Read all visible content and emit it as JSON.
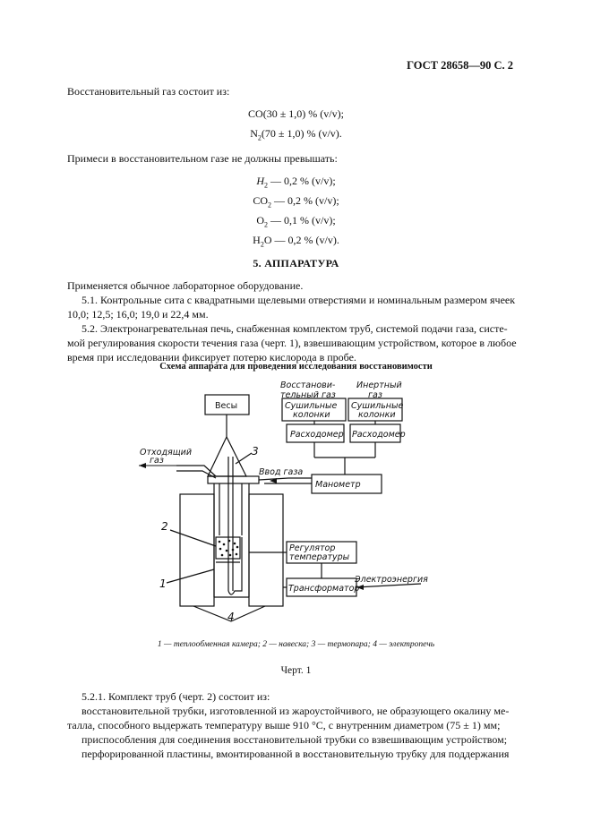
{
  "header": {
    "title": "ГОСТ 28658—90 С. 2"
  },
  "intro": {
    "gas_text": "Восстановительный газ состоит из:"
  },
  "composition": {
    "co": "CO(30 ± 1,0) % (v/v);",
    "n2_a": "N",
    "n2_sub": "2",
    "n2_b": "(70 ± 1,0) % (v/v)."
  },
  "impurities": {
    "text": "Примеси в восстановительном газе не должны превышать:",
    "h2_a": "H",
    "h2_sub": "2",
    "h2_b": " — 0,2 % (v/v);",
    "co2_a": "CO",
    "co2_sub": "2",
    "co2_b": " — 0,2 % (v/v);",
    "o2_a": "O",
    "o2_sub": "2",
    "o2_b": " — 0,1 % (v/v);",
    "h2o_a": "H",
    "h2o_sub": "2",
    "h2o_b": "O — 0,2 % (v/v)."
  },
  "section5": {
    "title": "5. АППАРАТУРА",
    "p0": "Применяется обычное лабораторное оборудование.",
    "p1_l1": "5.1.  Контрольные сита с квадратными щелевыми отверстиями и номинальным размером ячеек",
    "p1_l2": "10,0; 12,5; 16,0; 19,0 и 22,4 мм.",
    "p2_l1": "5.2.  Электронагревательная печь, снабженная комплектом труб, системой подачи газа, систе-",
    "p2_l2": "мой регулирования скорости течения газа (черт. 1), взвешивающим устройством, которое в любое",
    "p2_l3": "время при исследовании фиксирует потерю кислорода в пробе."
  },
  "figure": {
    "title": "Схема аппарата для проведения исследования восстановимости",
    "labels": {
      "reducing_gas_1": "Восстанови-",
      "reducing_gas_2": "тельный газ",
      "inert_gas_1": "Инертный",
      "inert_gas_2": "газ",
      "scales": "Весы",
      "dry_col_1a": "Сушильные",
      "dry_col_1b": "колонки",
      "dry_col_2a": "Сушильные",
      "dry_col_2b": "колонки",
      "flowmeter_1": "Расходомер",
      "flowmeter_2": "Расходомер",
      "exhaust_1": "Отходящий",
      "exhaust_2": "газ",
      "gas_inlet": "Ввод газа",
      "manometer": "Манометр",
      "regulator_1": "Регулятор",
      "regulator_2": "температуры",
      "transformer": "Трансформатор",
      "electricity": "Электроэнергия",
      "n1": "1",
      "n2": "2",
      "n3": "3",
      "n4": "4"
    },
    "legend": "1 — теплообменная камера; 2 — навеска; 3 — термопара; 4 — электропечь",
    "chart_no": "Черт. 1"
  },
  "section521": {
    "l1": "5.2.1.  Комплект труб (черт. 2) состоит из:",
    "l2": "восстановительной трубки, изготовленной из жароустойчивого, не образующего окалину ме-",
    "l3": "талла, способного выдержать температуру выше 910 °С, с внутренним диаметром (75 ± 1) мм;",
    "l4": "приспособления для соединения восстановительной трубки со взвешивающим устройством;",
    "l5": "перфорированной пластины, вмонтированной в восстановительную трубку для поддержания"
  }
}
